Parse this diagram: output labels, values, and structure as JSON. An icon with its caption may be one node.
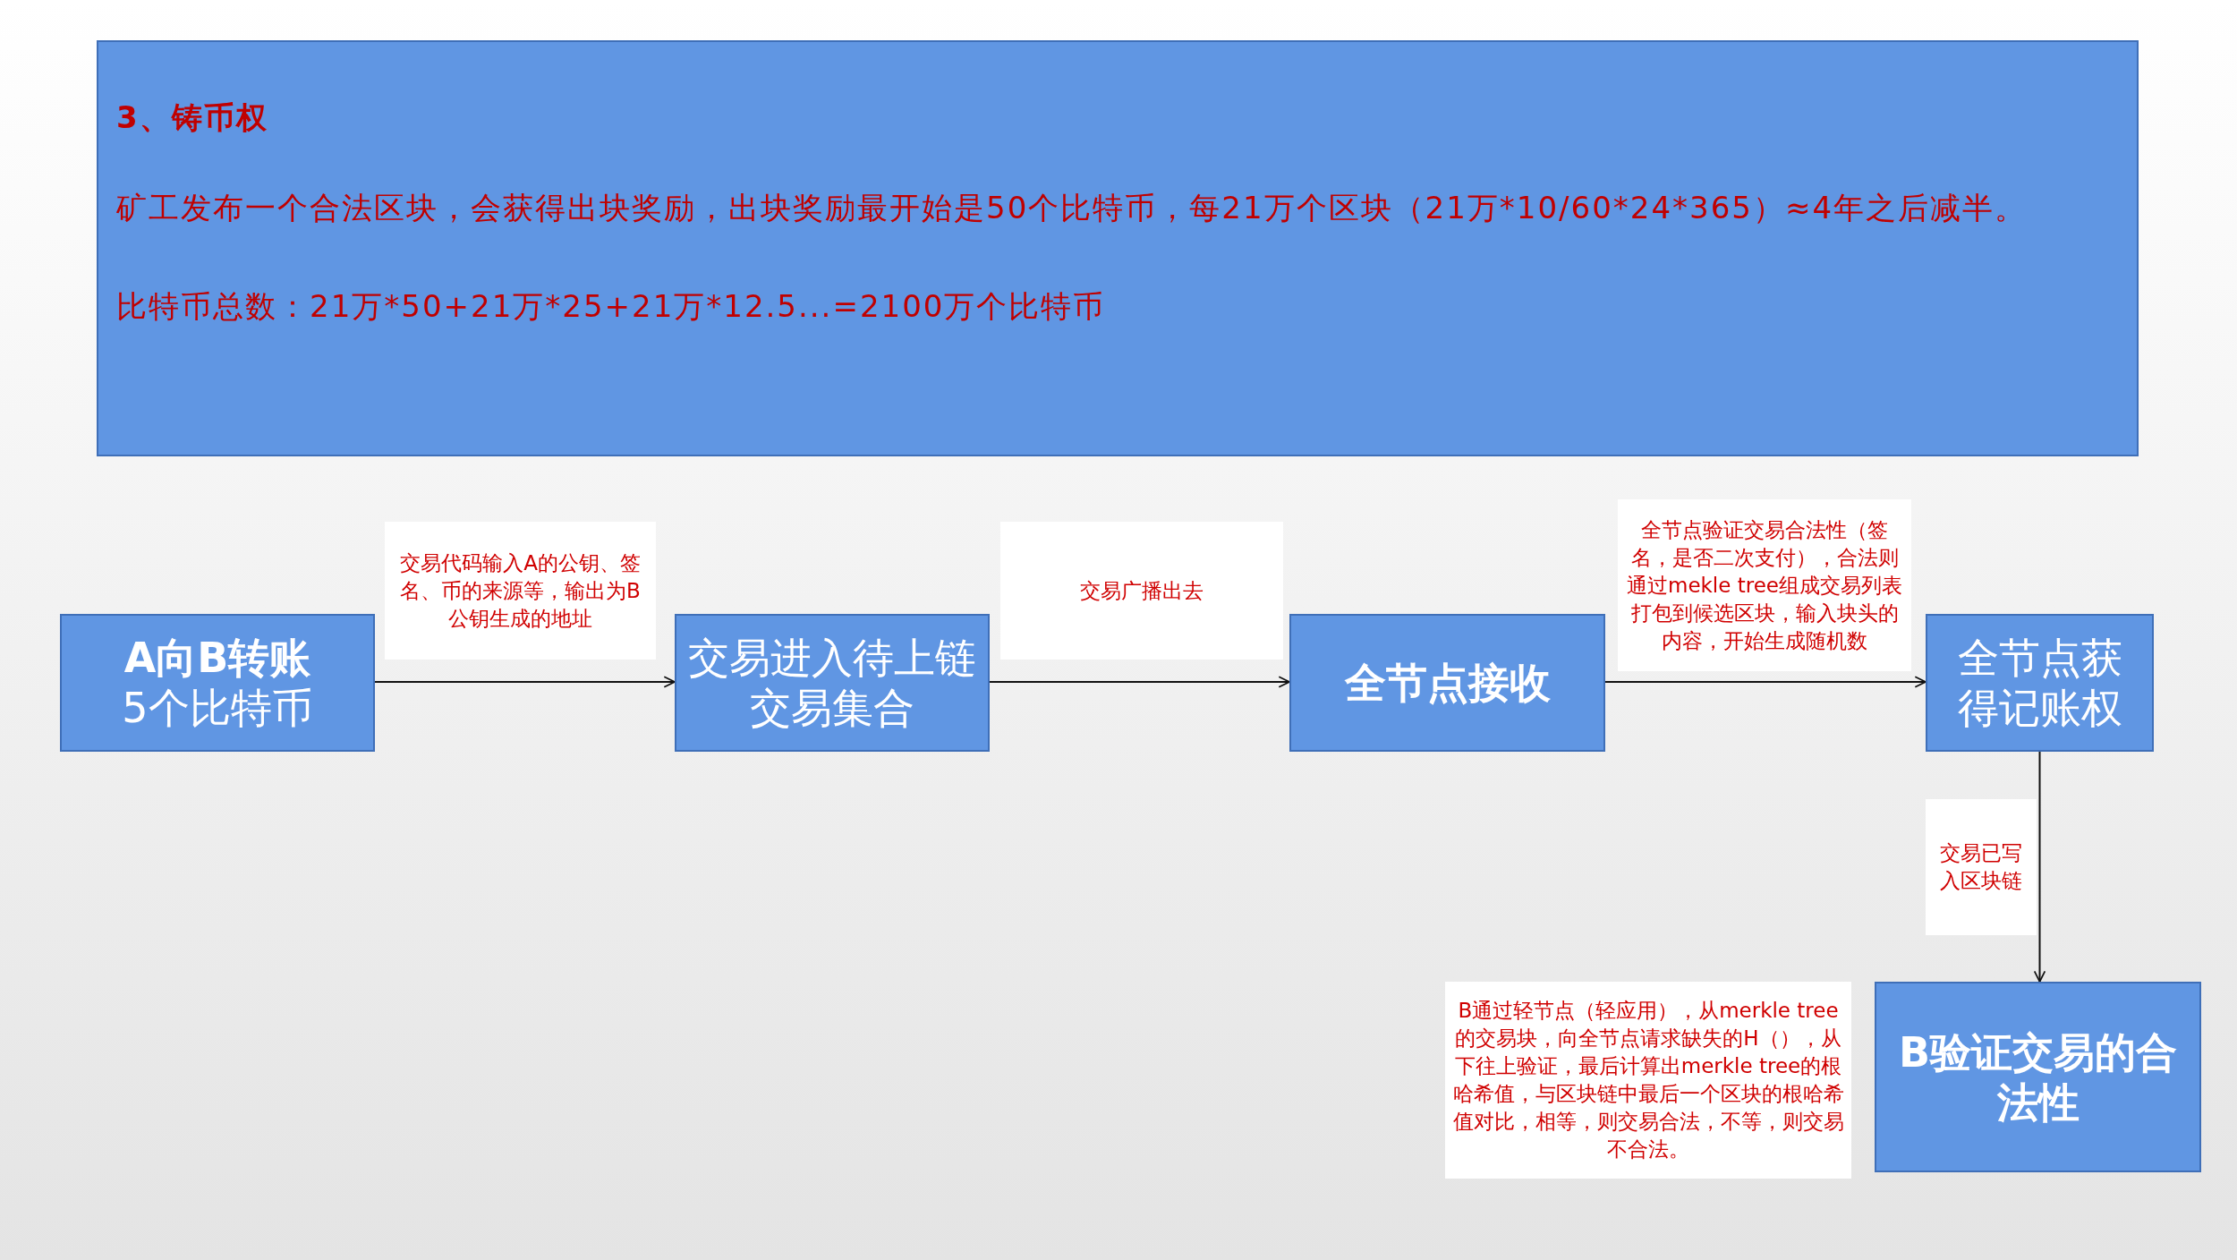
{
  "diagram": {
    "nodes": [
      {
        "text": [
          "3、铸币权",
          "矿工发布一个合法区块，会获得出块奖励，出块奖励最开始是50个比特币，每21万个区块（21万*10/60*24*365）≈4年之后减半。",
          "比特币总数：21万*50+21万*25+21万*12.5...=2100万个比特币"
        ]
      },
      {
        "text": [
          "A向B转账",
          "5个比特币"
        ]
      },
      {
        "text": [
          "交易进入待上链交易集合"
        ]
      },
      {
        "text": [
          "全节点接收"
        ]
      },
      {
        "text": [
          "全节点获得记账权"
        ]
      },
      {
        "text": [
          "B验证交易的合法性"
        ]
      },
      {
        "text": [
          "B通过轻节点（轻应用），从merkle tree的交易块，向全节点请求缺失的H（），从下往上验证，最后计算出merkle tree的根哈希值，与区块链中最后一个区块的根哈希值对比，相等，则交易合法，不等，则交易不合法。"
        ]
      }
    ],
    "edges": [
      {
        "from": 1,
        "to": 2,
        "arrow": "to",
        "label": "交易代码输入A的公钥、签名、币的来源等，输出为B公钥生成的地址"
      },
      {
        "from": 2,
        "to": 3,
        "arrow": "to",
        "label": "交易广播出去"
      },
      {
        "from": 3,
        "to": 4,
        "arrow": "to",
        "label": "全节点验证交易合法性（签名，是否二次支付），合法则通过mekle tree组成交易列表打包到候选区块，输入块头的内容，开始生成随机数"
      },
      {
        "from": 4,
        "to": 5,
        "arrow": "to",
        "label": "交易已写入区块链"
      }
    ]
  }
}
